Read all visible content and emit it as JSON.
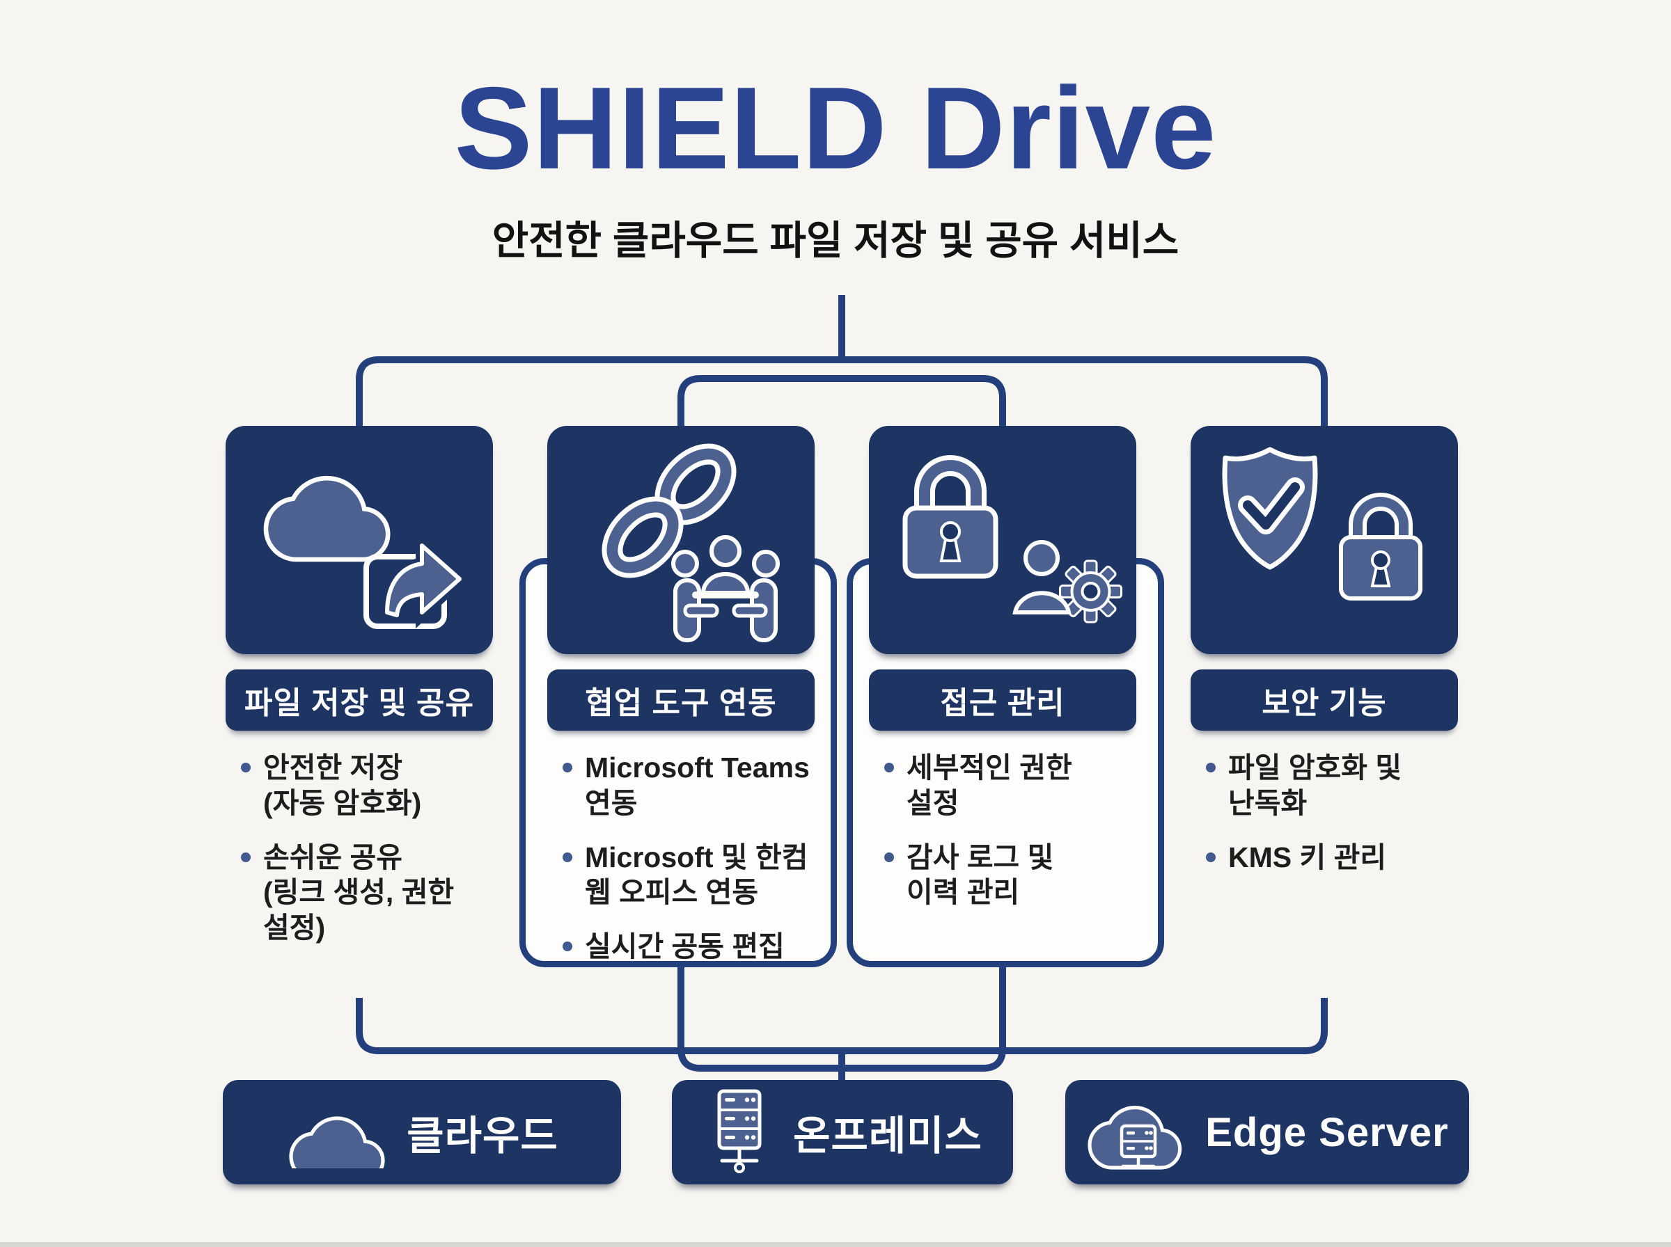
{
  "colors": {
    "background": "#f6f5f2",
    "navy": "#1e3463",
    "slate": "#4d6190",
    "line": "#24407c",
    "title_blue": "#2b4593",
    "text_dark": "#1d1d1d",
    "bullet_dot": "#41598e",
    "outline_fill": "#fdfdfc",
    "white": "#ffffff"
  },
  "header": {
    "title": "SHIELD Drive",
    "subtitle": "안전한 클라우드 파일 저장 및 공유 서비스"
  },
  "columns": [
    {
      "icon": "cloud-share-icon",
      "label": "파일 저장 및 공유",
      "outlined": false,
      "bullets": [
        "안전한 저장\n(자동 암호화)",
        "손쉬운 공유\n(링크 생성, 권한\n설정)"
      ]
    },
    {
      "icon": "link-collaboration-icon",
      "label": "협업 도구 연동",
      "outlined": true,
      "bullets": [
        "Microsoft Teams\n연동",
        "Microsoft 및 한컴\n웹 오피스 연동",
        "실시간 공동 편집"
      ]
    },
    {
      "icon": "lock-user-gear-icon",
      "label": "접근 관리",
      "outlined": true,
      "bullets": [
        "세부적인 권한\n설정",
        "감사 로그 및\n이력 관리"
      ]
    },
    {
      "icon": "shield-check-lock-icon",
      "label": "보안 기능",
      "outlined": false,
      "bullets": [
        "파일 암호화 및\n난독화",
        "KMS 키 관리"
      ]
    }
  ],
  "deployment_targets": [
    {
      "icon": "cloud-icon",
      "label": "클라우드"
    },
    {
      "icon": "server-rack-icon",
      "label": "온프레미스"
    },
    {
      "icon": "edge-server-icon",
      "label": "Edge Server"
    }
  ]
}
